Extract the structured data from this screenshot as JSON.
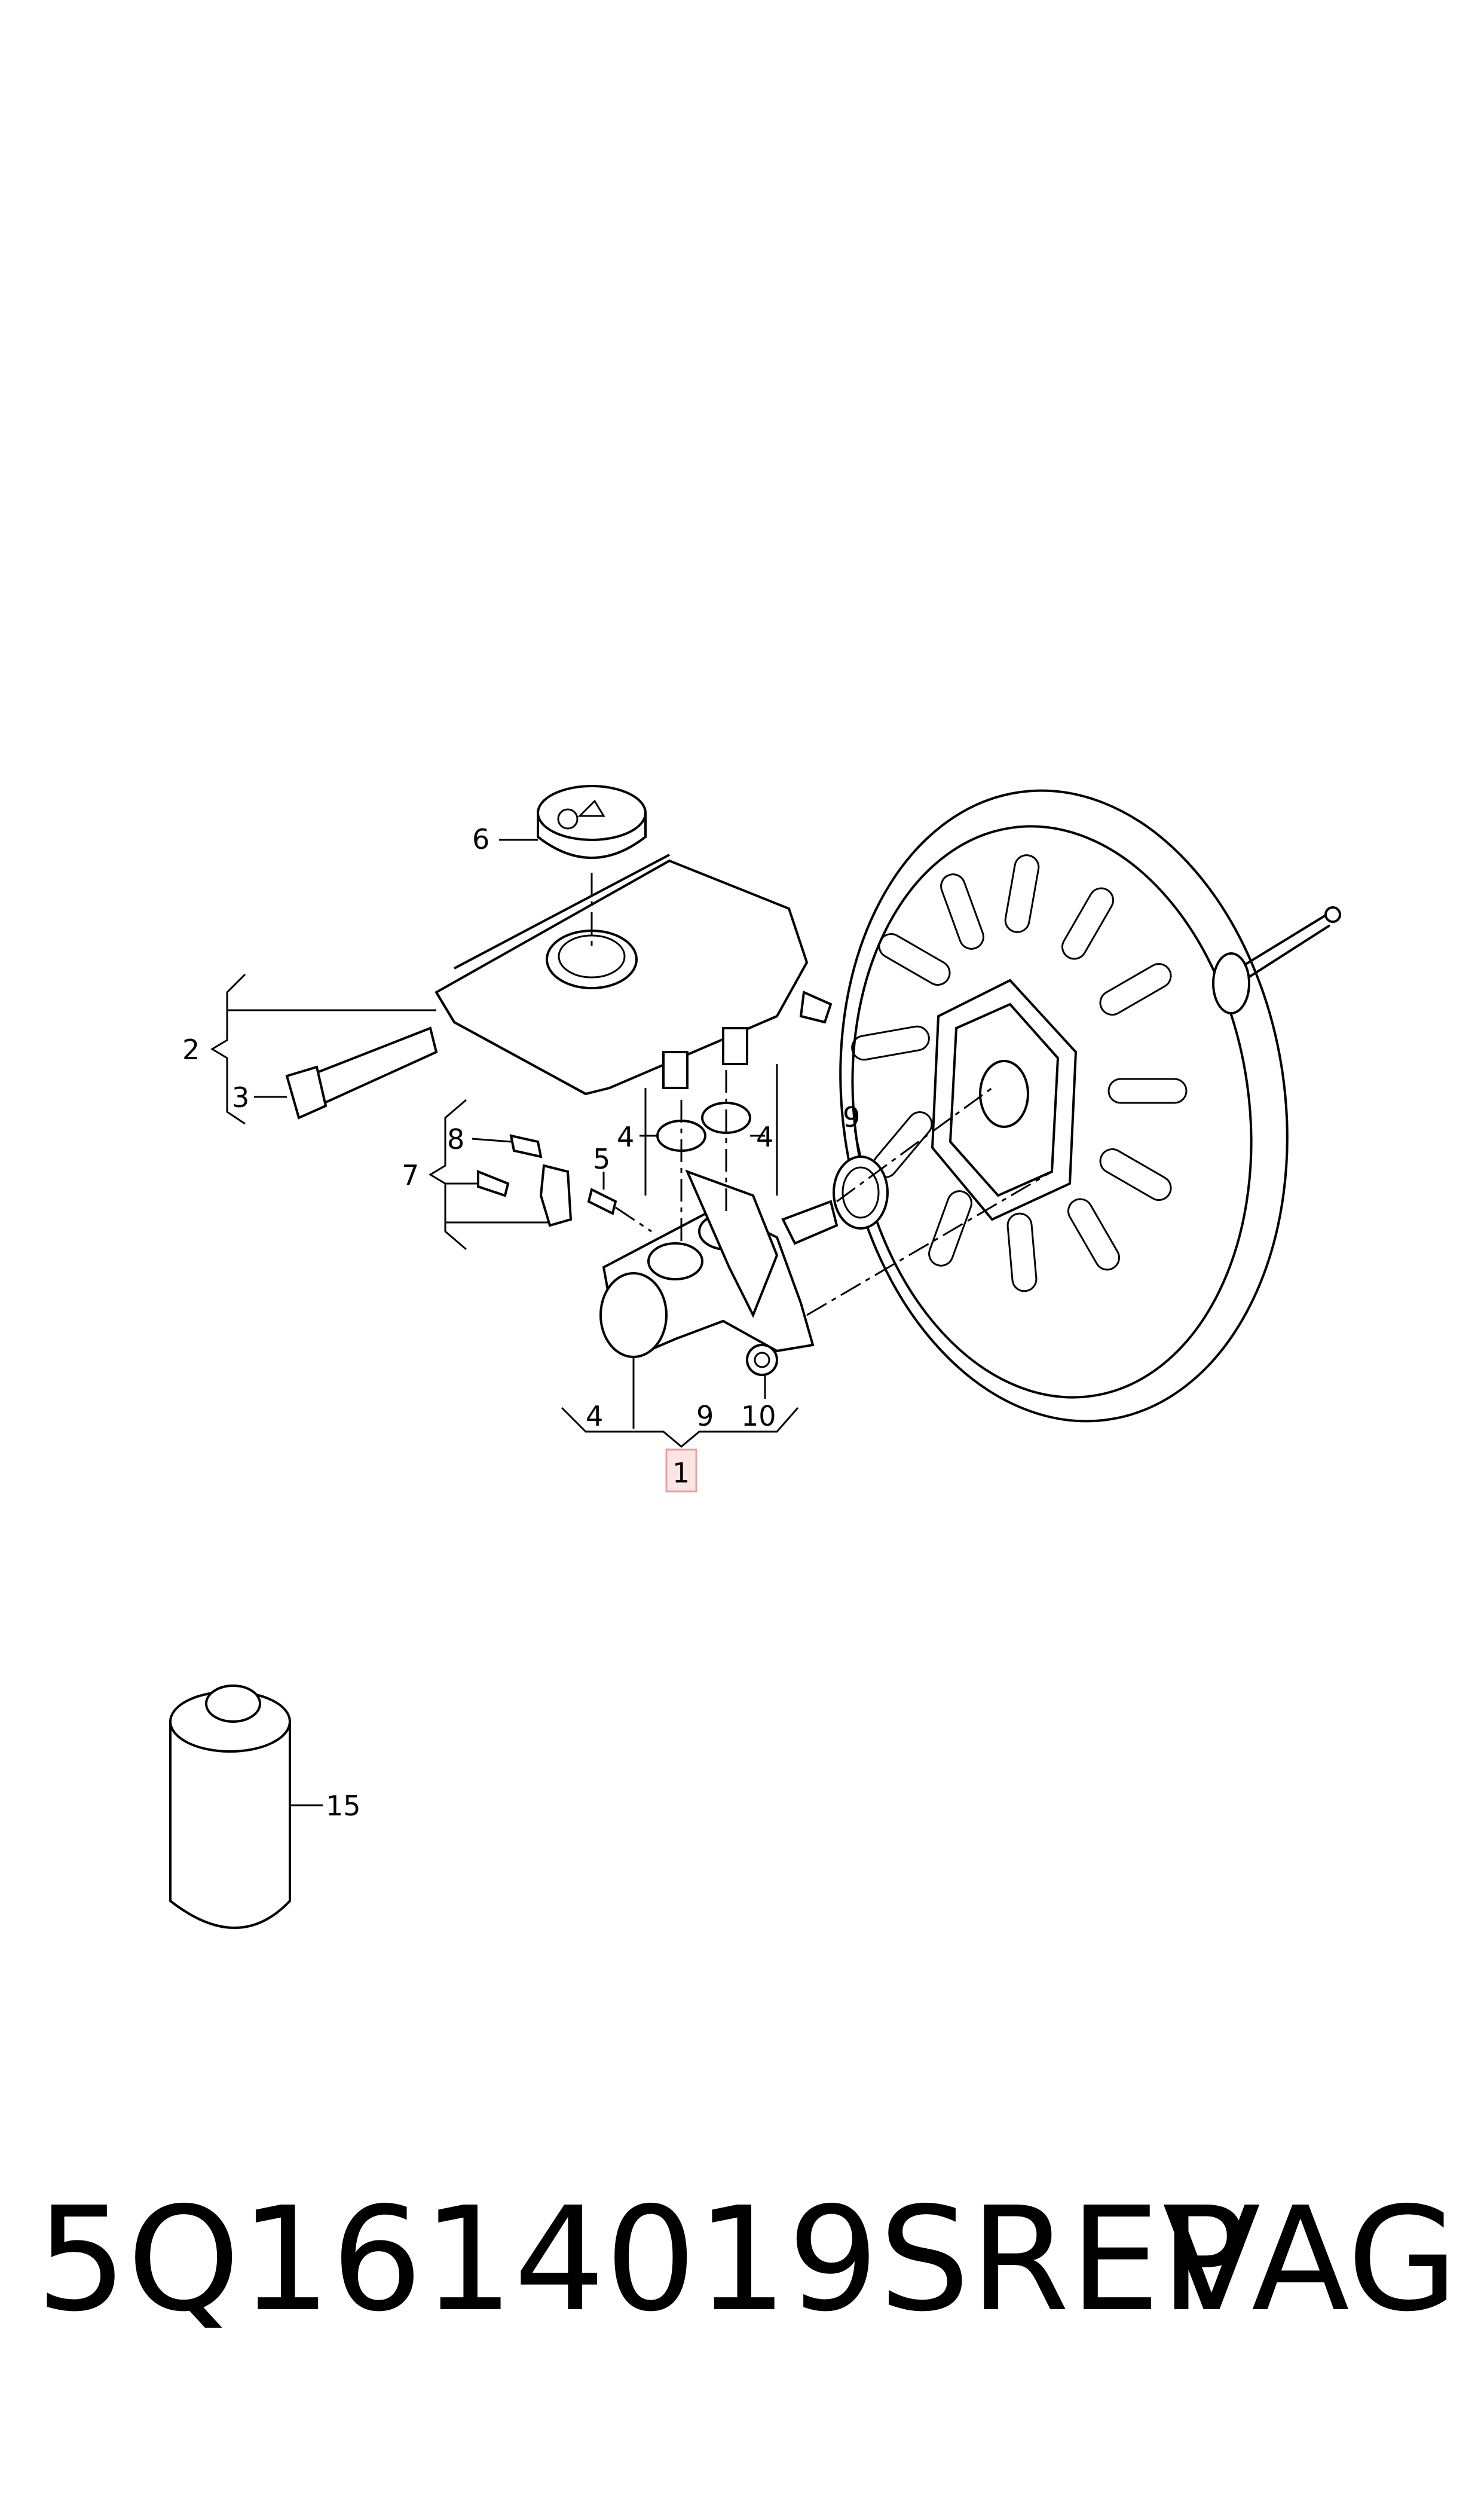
{
  "callouts": {
    "c1": "1",
    "c2": "2",
    "c3": "3",
    "c4a": "4",
    "c4b": "4",
    "c4c": "4",
    "c5": "5",
    "c6": "6",
    "c7": "7",
    "c8": "8",
    "c9a": "9",
    "c9b": "9",
    "c10": "10",
    "c15": "15"
  },
  "highlight_color": "#e8a0a0",
  "footer": {
    "part_number": "5Q1614019SREP",
    "brand": "VAG"
  }
}
